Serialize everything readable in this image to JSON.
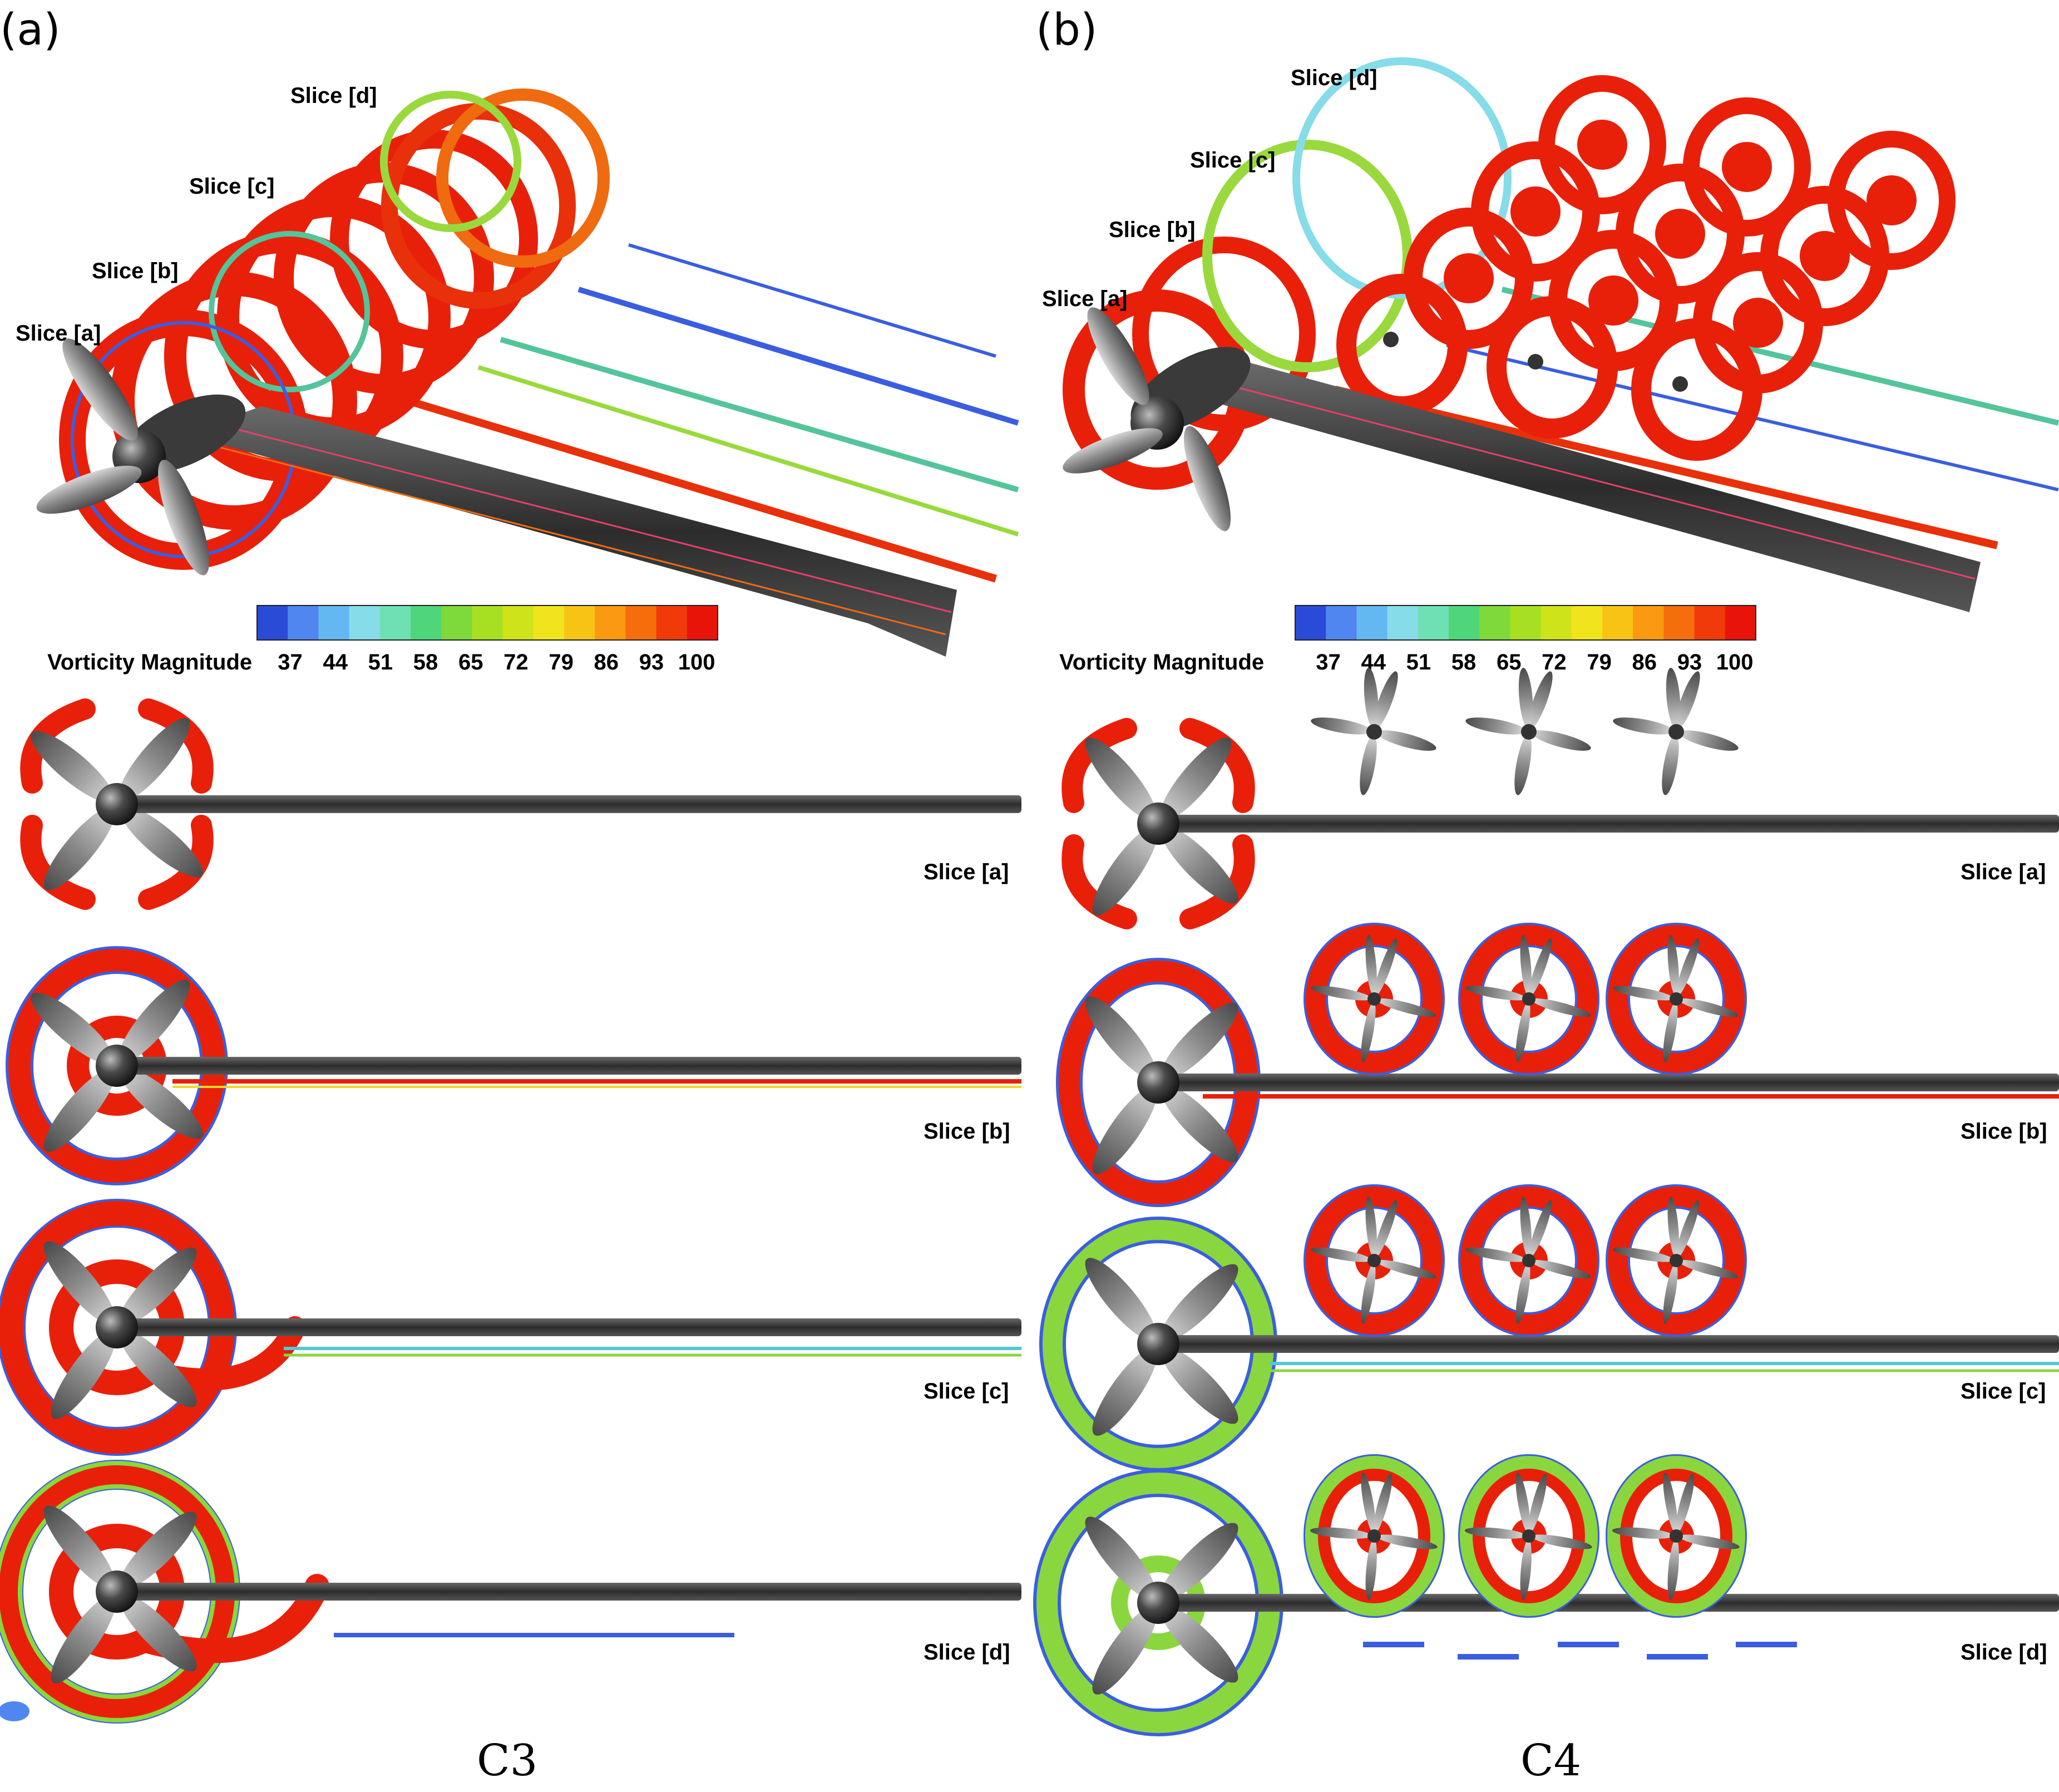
{
  "panels": [
    {
      "label": "(a)",
      "caption": "C3",
      "perspective_slices": [
        "Slice [a]",
        "Slice [b]",
        "Slice [c]",
        "Slice [d]"
      ],
      "section_slices": [
        "Slice [a]",
        "Slice [b]",
        "Slice [c]",
        "Slice [d]"
      ]
    },
    {
      "label": "(b)",
      "caption": "C4",
      "perspective_slices": [
        "Slice [a]",
        "Slice [b]",
        "Slice [c]",
        "Slice [d]"
      ],
      "section_slices": [
        "Slice [a]",
        "Slice [b]",
        "Slice [c]",
        "Slice [d]"
      ]
    }
  ],
  "colorbar": {
    "title": "Vorticity Magnitude",
    "ticks": [
      "37",
      "44",
      "51",
      "58",
      "65",
      "72",
      "79",
      "86",
      "93",
      "100"
    ],
    "colors": [
      "#2a4bd7",
      "#4f86f0",
      "#63b8f2",
      "#86dce8",
      "#6fe0b4",
      "#4fd67a",
      "#7ed93a",
      "#a7e022",
      "#cfe31a",
      "#f0e41c",
      "#f7c415",
      "#f99a10",
      "#f66d0c",
      "#f03a0a",
      "#e8140a"
    ]
  },
  "legend_colors": {
    "wing": "#3b3b3b",
    "blade": "#9b9b9b",
    "hub": "#262626"
  }
}
